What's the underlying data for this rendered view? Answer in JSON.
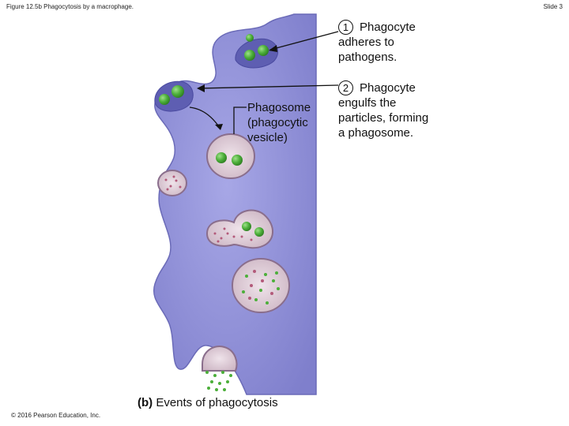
{
  "header": {
    "figure_title": "Figure 12.5b Phagocytosis by a macrophage.",
    "slide": "Slide 3"
  },
  "footer": {
    "copyright": "© 2016 Pearson Education, Inc."
  },
  "caption": {
    "part": "(b)",
    "text": "Events of phagocytosis"
  },
  "phagosome_label": {
    "line1": "Phagosome",
    "line2": "(phagocytic",
    "line3": "vesicle)"
  },
  "steps": [
    {
      "number": "1",
      "lines": [
        "Phagocyte",
        "adheres to",
        "pathogens."
      ]
    },
    {
      "number": "2",
      "lines": [
        "Phagocyte",
        "engulfs the",
        "particles, forming",
        "a phagosome."
      ]
    }
  ],
  "colors": {
    "cell": "#8f8fd6",
    "cell_dark": "#6e6ec0",
    "bacterium": "#4caf3a",
    "vesicle": "#d8c4cf",
    "lysosome_dots": "#b35a7a"
  }
}
